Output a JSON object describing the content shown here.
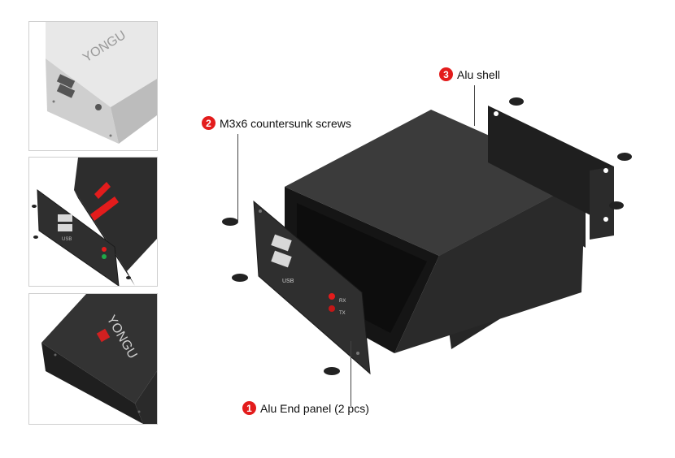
{
  "callouts": [
    {
      "number": "3",
      "label": "Alu shell"
    },
    {
      "number": "2",
      "label": "M3x6 countersunk screws"
    },
    {
      "number": "1",
      "label": "Alu End panel (2 pcs)"
    }
  ],
  "thumbnails": [
    {
      "brand_text": "YONGU",
      "color": "#d9d9d9"
    },
    {
      "panel_text": "USB",
      "arrow_color": "#e31c1c"
    },
    {
      "brand_text": "YONGU",
      "logo_color": "#d12020"
    }
  ],
  "main_panel_text": [
    "USB",
    "RX",
    "TX"
  ],
  "colors": {
    "accent": "#e31c1c",
    "enclosure": "#2c2c2c",
    "silver": "#dcdcdc"
  }
}
